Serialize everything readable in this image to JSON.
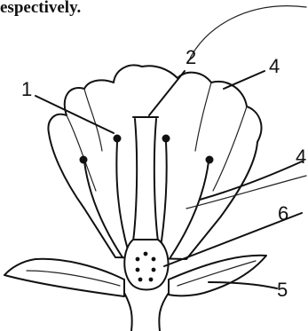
{
  "caption": "espectively.",
  "labels": {
    "l1": "1",
    "l2": "2",
    "l4": "4",
    "l4b": "4",
    "l5": "5",
    "l6": "6"
  }
}
